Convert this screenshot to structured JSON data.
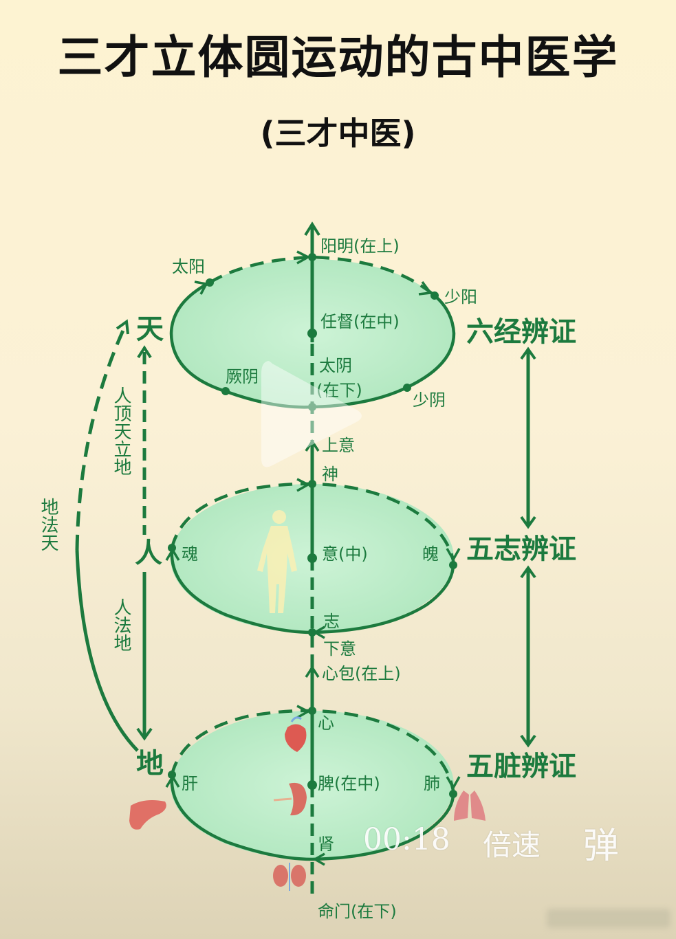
{
  "header": {
    "title": "三才立体圆运动的古中医学",
    "subtitle": "(三才中医)"
  },
  "colors": {
    "line_green": "#1c7a3e",
    "ellipse_fill": "#bfeec9",
    "background": "#fbf1d6",
    "title": "#111111"
  },
  "three_talents": {
    "heaven": "天",
    "human": "人",
    "earth": "地",
    "left_arc_label": "地法天",
    "upper_link_label": "人顶天立地",
    "lower_link_label": "人法地"
  },
  "tiers": {
    "heaven": {
      "top": "阳明(在上)",
      "middle": "任督(在中)",
      "bottom_line1": "太阴",
      "bottom_line2": "(在下)",
      "upper_left": "太阳",
      "upper_right": "少阳",
      "lower_left": "厥阴",
      "lower_right": "少阴",
      "method": "六经辨证"
    },
    "human": {
      "above": "上意",
      "top": "神",
      "middle": "意(中)",
      "bottom": "志",
      "below": "下意",
      "left": "魂",
      "right": "魄",
      "method": "五志辨证"
    },
    "earth": {
      "above": "心包(在上)",
      "top": "心",
      "middle": "脾(在中)",
      "bottom": "肾",
      "below": "命门(在下)",
      "left": "肝",
      "right": "肺",
      "method": "五脏辨证"
    }
  },
  "icons": [
    "human-figure-icon",
    "heart-icon",
    "spleen-icon",
    "kidney-icon",
    "liver-icon",
    "lungs-icon",
    "play-icon"
  ],
  "video_overlay": {
    "time": "00:18",
    "speed": "倍速",
    "danmaku": "弹"
  }
}
